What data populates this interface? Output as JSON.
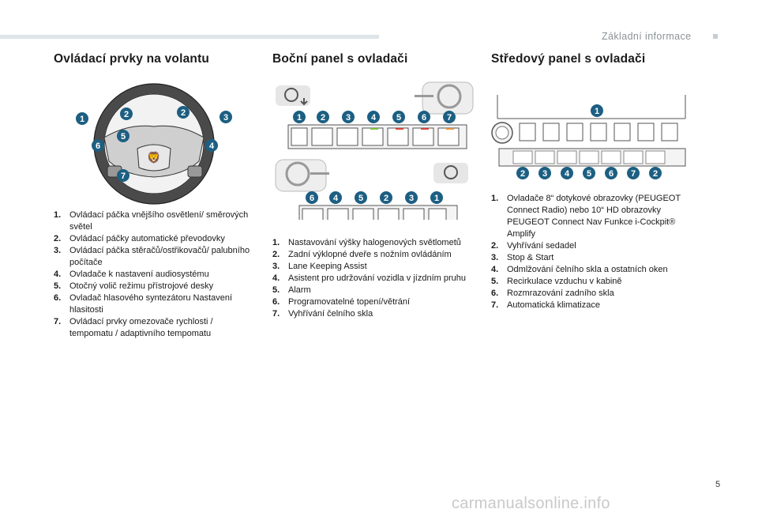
{
  "header": {
    "title": "Základní informace"
  },
  "page_number": "5",
  "watermark": "carmanualsonline.info",
  "sections": [
    {
      "title": "Ovládací prvky na volantu",
      "figure_labels": [
        "1",
        "2",
        "2",
        "3",
        "4",
        "5",
        "6",
        "7"
      ],
      "items": [
        {
          "n": "1.",
          "text": "Ovládací páčka vnějšího osvětlení/ směrových světel"
        },
        {
          "n": "2.",
          "text": "Ovládací páčky automatické převodovky"
        },
        {
          "n": "3.",
          "text": "Ovládací páčka stěračů/ostřikovačů/ palubního počítače"
        },
        {
          "n": "4.",
          "text": "Ovladače k nastavení audiosystému"
        },
        {
          "n": "5.",
          "text": "Otočný volič režimu přístrojové desky"
        },
        {
          "n": "6.",
          "text": "Ovladač hlasového syntezátoru Nastavení hlasitosti"
        },
        {
          "n": "7.",
          "text": "Ovládací prvky omezovače rychlosti / tempomatu / adaptivního tempomatu"
        }
      ]
    },
    {
      "title": "Boční panel s ovladači",
      "figure_top_labels": [
        "1",
        "2",
        "3",
        "4",
        "5",
        "6",
        "7"
      ],
      "figure_bottom_labels": [
        "6",
        "4",
        "5",
        "2",
        "3",
        "1"
      ],
      "items": [
        {
          "n": "1.",
          "text": "Nastavování výšky halogenových světlometů"
        },
        {
          "n": "2.",
          "text": "Zadní výklopné dveře s nožním ovládáním"
        },
        {
          "n": "3.",
          "text": "Lane Keeping Assist"
        },
        {
          "n": "4.",
          "text": "Asistent pro udržování vozidla v jízdním pruhu"
        },
        {
          "n": "5.",
          "text": "Alarm"
        },
        {
          "n": "6.",
          "text": "Programovatelné topení/větrání"
        },
        {
          "n": "7.",
          "text": "Vyhřívání čelního skla"
        }
      ]
    },
    {
      "title": "Středový panel s ovladači",
      "figure_top_labels": [
        "1"
      ],
      "figure_bottom_labels": [
        "2",
        "3",
        "4",
        "5",
        "6",
        "7",
        "2"
      ],
      "items": [
        {
          "n": "1.",
          "text": "Ovladače 8“ dotykové obrazovky (PEUGEOT Connect Radio) nebo 10“ HD obrazovky PEUGEOT Connect Nav Funkce i-Cockpit® Amplify"
        },
        {
          "n": "2.",
          "text": "Vyhřívání sedadel"
        },
        {
          "n": "3.",
          "text": "Stop & Start"
        },
        {
          "n": "4.",
          "text": "Odmlžování čelního skla a ostatních oken"
        },
        {
          "n": "5.",
          "text": "Recirkulace vzduchu v kabině"
        },
        {
          "n": "6.",
          "text": "Rozmrazování zadního skla"
        },
        {
          "n": "7.",
          "text": "Automatická klimatizace"
        }
      ]
    }
  ],
  "colors": {
    "badge": "#1c5f82",
    "topbar": "#dde5e8",
    "indicator_green": "#7bbf3a",
    "indicator_red": "#d9413a",
    "indicator_orange": "#e7923a"
  }
}
